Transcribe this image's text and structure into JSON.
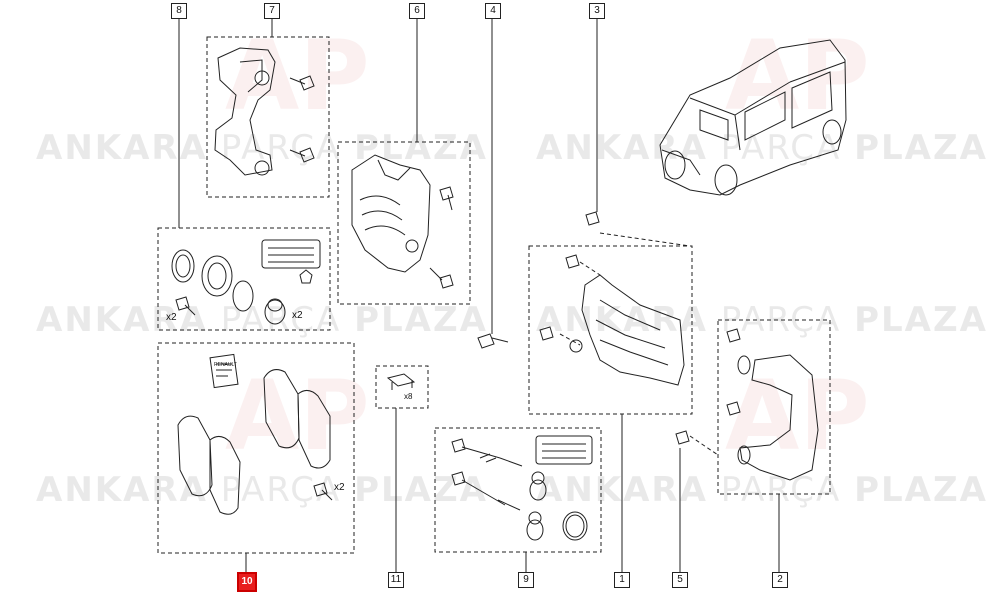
{
  "watermark": {
    "brand1": "ANKARA",
    "brand2": "PARÇA",
    "brand3": "PLAZA",
    "logo": "AP"
  },
  "callouts": [
    "1",
    "2",
    "3",
    "4",
    "5",
    "6",
    "7",
    "8",
    "9",
    "10",
    "11"
  ],
  "highlight_callout": "10",
  "colors": {
    "highlight": "#e81f1f",
    "line": "#222222"
  },
  "quantities": {
    "bolts_kit": "x2",
    "boot": "x2",
    "pad_bolts": "x2",
    "clips": "x8"
  },
  "pad_box_text": "RENAULT"
}
